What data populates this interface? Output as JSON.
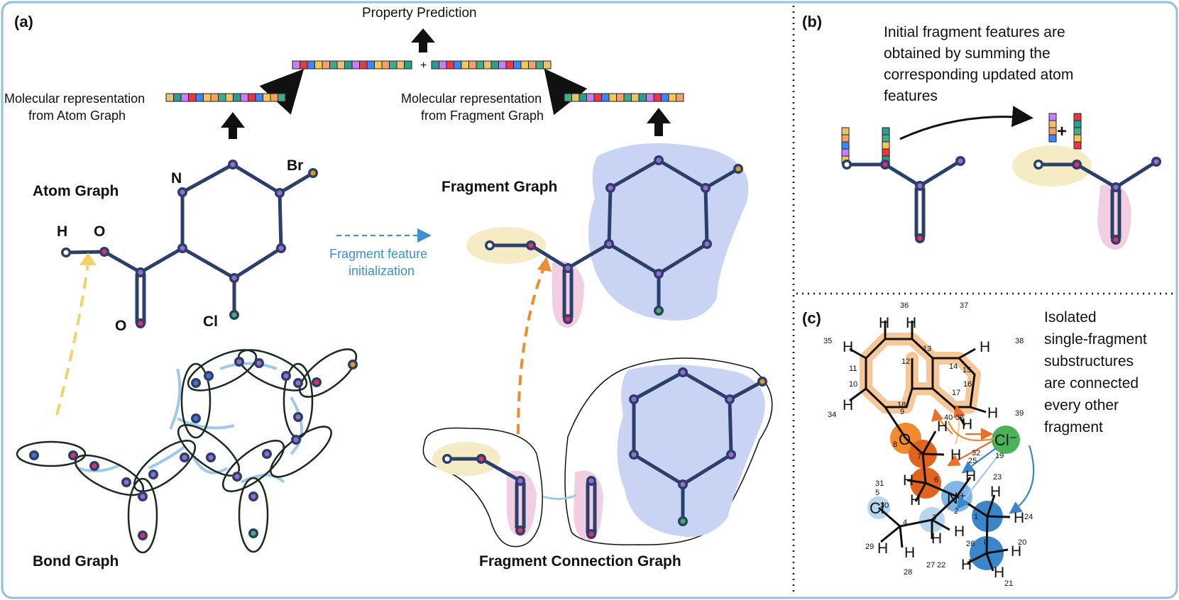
{
  "colors": {
    "frame": "#8ec1e0",
    "bond": "#1f3a6b",
    "fragment_yellow": "#f5ecc6",
    "fragment_pink": "#f2cfe0",
    "fragment_blue": "#c9d4f5",
    "arrow_yellow": "#f2d36b",
    "arrow_orange": "#f28a2e",
    "init_text": "#3d8fd1",
    "halo": "#9ec9ec"
  },
  "panel_a": {
    "tag": "(a)",
    "property_prediction": "Property Prediction",
    "plus": "+",
    "mol_rep_atom_l1": "Molecular representation",
    "mol_rep_atom_l2": "from Atom Graph",
    "mol_rep_frag_l1": "Molecular representation",
    "mol_rep_frag_l2": "from Fragment Graph",
    "atom_graph": "Atom Graph",
    "bond_graph": "Bond Graph",
    "fragment_graph": "Fragment Graph",
    "fragment_connection_graph": "Fragment Connection Graph",
    "init_l1": "Fragment feature",
    "init_l2": "initialization",
    "atoms": {
      "N": "N",
      "Br": "Br",
      "H": "H",
      "O_top": "O",
      "O_bottom": "O",
      "Cl": "Cl"
    }
  },
  "panel_b": {
    "tag": "(b)",
    "text_l1": "Initial fragment features are",
    "text_l2": "obtained by summing the",
    "text_l3": "corresponding updated atom",
    "text_l4": "features"
  },
  "panel_c": {
    "tag": "(c)",
    "text_l1": "Isolated",
    "text_l2": "single-fragment",
    "text_l3": "substructures",
    "text_l4": "are connected",
    "text_l5": "every other",
    "text_l6": "fragment",
    "cl_minus": "Cl⁻",
    "n_plus": "N⁺",
    "o": "O",
    "cl": "Cl",
    "h": "H",
    "indices": [
      "0",
      "1",
      "2",
      "3",
      "4",
      "5",
      "6",
      "7",
      "8",
      "9",
      "10",
      "11",
      "12",
      "13",
      "14",
      "15",
      "16",
      "17",
      "18",
      "19",
      "20",
      "21",
      "22",
      "23",
      "24",
      "25",
      "26",
      "27",
      "28",
      "29",
      "30",
      "31",
      "32",
      "33",
      "34",
      "35",
      "36",
      "37",
      "38",
      "39",
      "40"
    ]
  },
  "vector_palette": [
    "#e63946",
    "#f4a261",
    "#2a9d8f",
    "#3a86ff",
    "#43aa8b",
    "#c77dff",
    "#f9c74f",
    "#e9c46a"
  ]
}
